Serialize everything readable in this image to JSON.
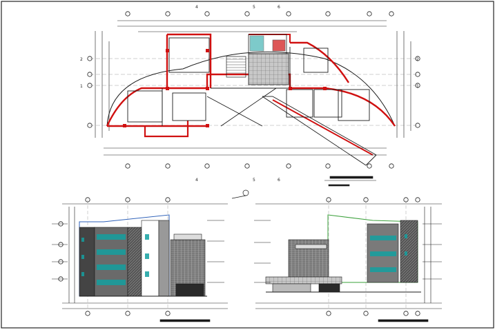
{
  "drawing": {
    "labels": {
      "plan_marker_4": "4",
      "plan_marker_5": "5",
      "plan_marker_6": "6",
      "plan_axis_left_a": "2",
      "plan_axis_left_b": "1",
      "plan_axis_right_a": "2",
      "plan_axis_right_b": "1"
    },
    "colors": {
      "line": "#1a1a1a",
      "wall_red": "#d01010",
      "accent_blue": "#2b5fb8",
      "accent_teal": "#14a0a0",
      "accent_green": "#3aa03a",
      "grid_fill": "#9a9a9a"
    },
    "views": [
      "floor-plan",
      "front-elevation",
      "rear-elevation"
    ]
  }
}
